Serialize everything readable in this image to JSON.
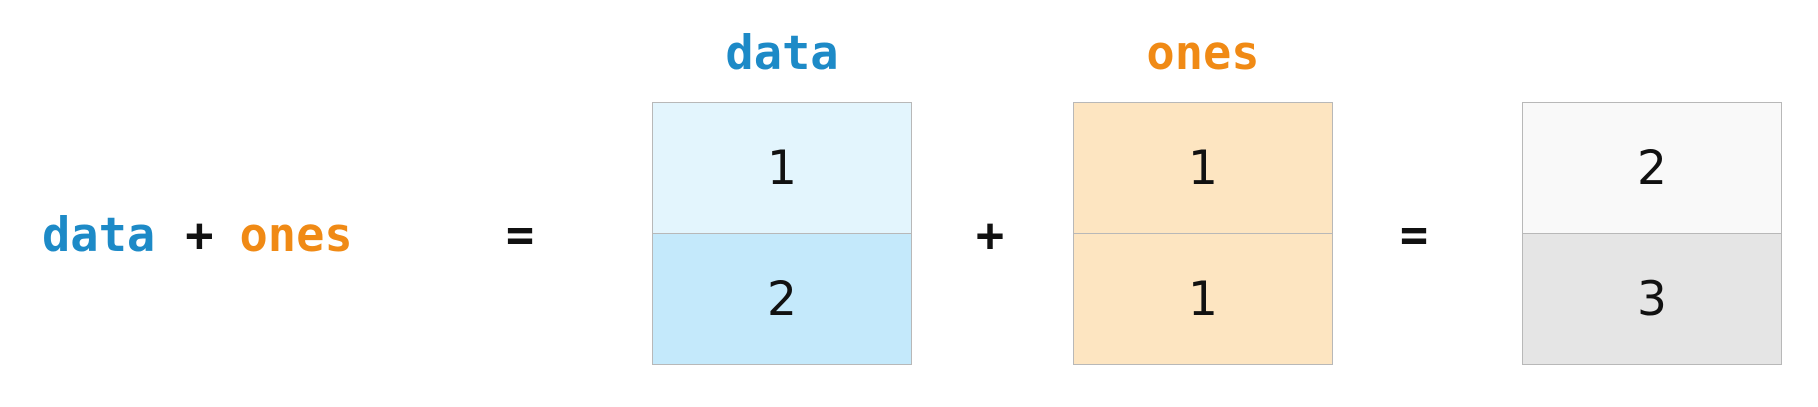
{
  "colors": {
    "data": "#1d8ac7",
    "ones": "#f08a15",
    "operator": "#111111",
    "data_cell_1": "#e3f5fd",
    "data_cell_2": "#c4e9fb",
    "ones_cell": "#fde5c1",
    "result_cell_1": "#f9f9f9",
    "result_cell_2": "#e5e5e5",
    "cell_border": "#b8b8b8"
  },
  "expression": {
    "left_operand": "data",
    "operator": "+",
    "right_operand": "ones"
  },
  "equals_1": "=",
  "plus": "+",
  "equals_2": "=",
  "data_matrix": {
    "label": "data",
    "values": [
      "1",
      "2"
    ]
  },
  "ones_matrix": {
    "label": "ones",
    "values": [
      "1",
      "1"
    ]
  },
  "result_matrix": {
    "values": [
      "2",
      "3"
    ]
  }
}
